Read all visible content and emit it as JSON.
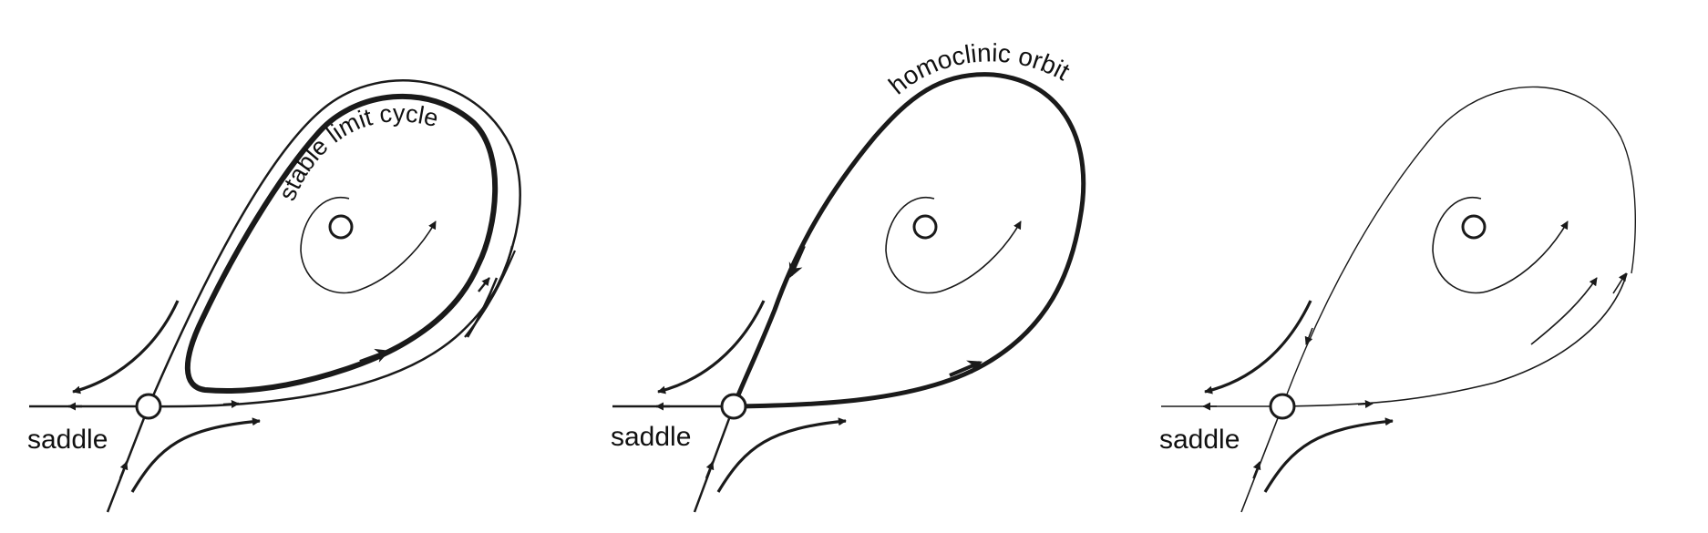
{
  "panels": [
    {
      "id": "left",
      "saddle_label": "saddle",
      "curve_label": "stable limit cycle"
    },
    {
      "id": "middle",
      "saddle_label": "saddle",
      "curve_label": "homoclinic orbit"
    },
    {
      "id": "right",
      "saddle_label": "saddle"
    }
  ],
  "colors": {
    "stroke": "#1a1a1a",
    "background": "#ffffff"
  }
}
